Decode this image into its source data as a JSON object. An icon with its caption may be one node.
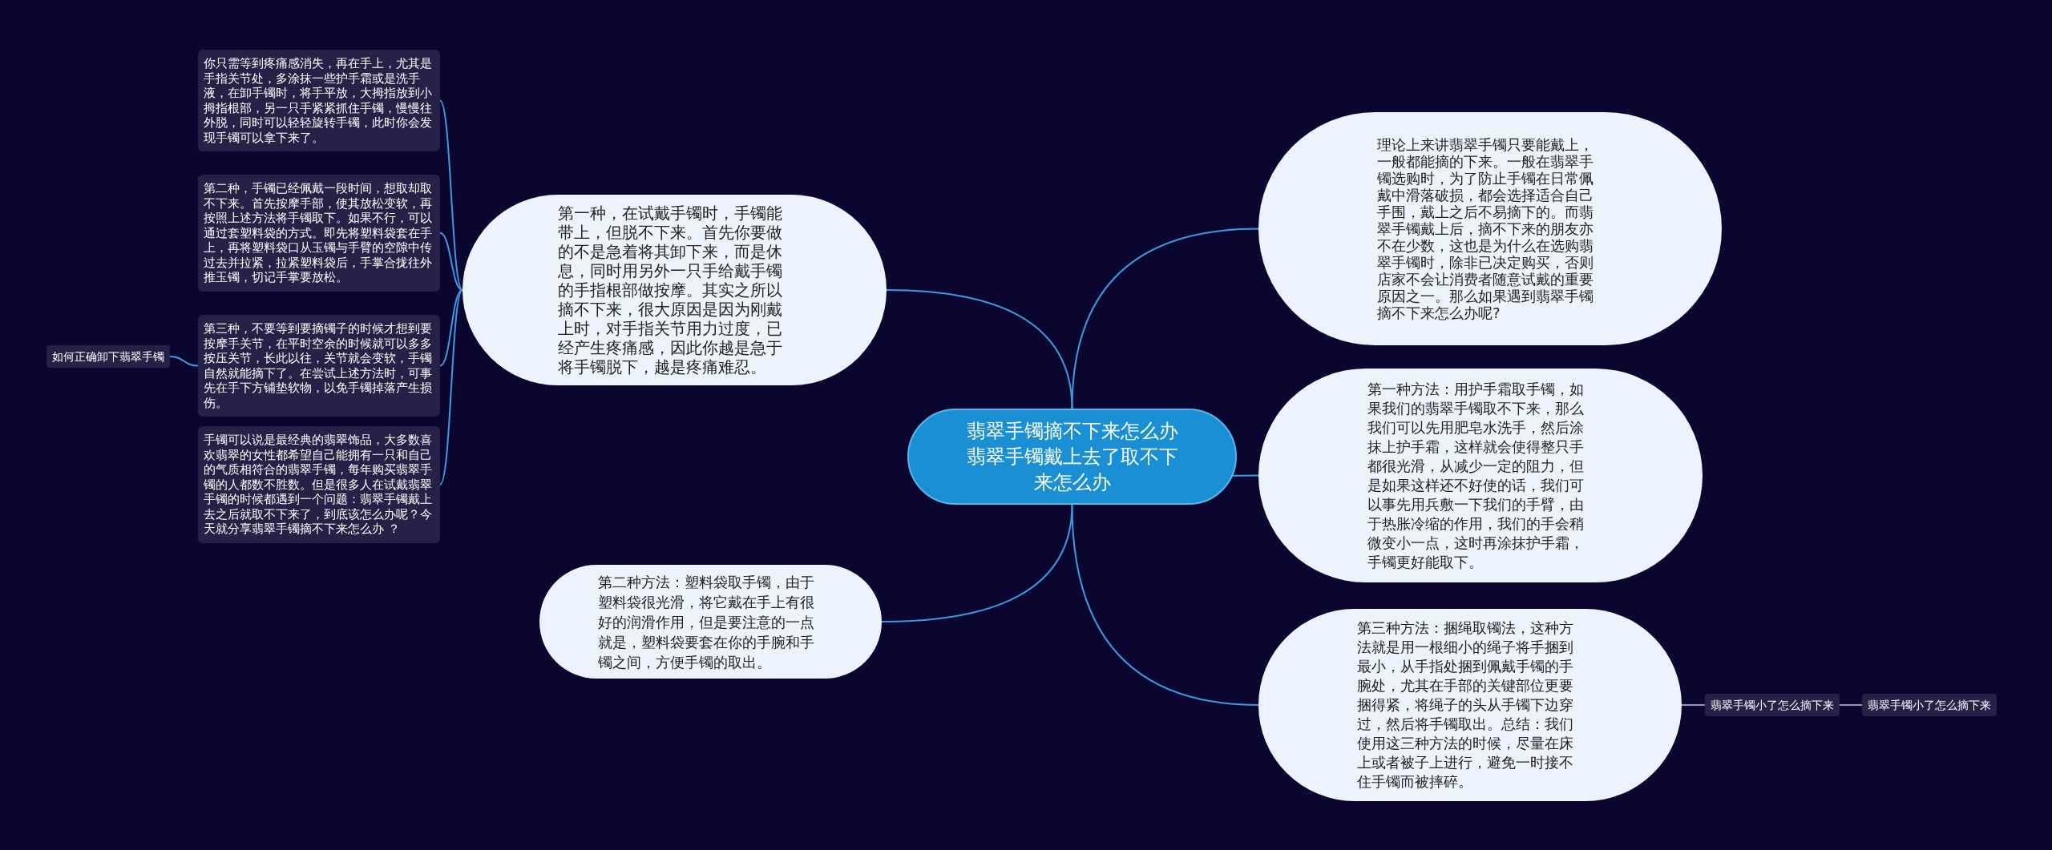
{
  "diagram": {
    "nodes": [
      {
        "text": [
          "翡翠手镯摘不下来怎么办翡翠手镯戴上去了取不下来怎么办"
        ]
      },
      {
        "text": [
          "第一种，在试戴手镯时，手镯能带上，但脱不下来。首先你要做的不是急着将其卸下来，而是休息，同时用另外一只手给戴手镯的手指根部做按摩。其实之所以摘不下来，很大原因是因为刚戴上时，对手指关节用力过度，已经产生疼痛感，因此你越是急于将手镯脱下，越是疼痛难忍。"
        ]
      },
      {
        "text": [
          "你只需等到疼痛感消失，再在手上，尤其是手指关节处，多涂抹一些护手霜或是洗手液，在卸手镯时，将手平放，大拇指放到小拇指根部，另一只手紧紧抓住手镯，慢慢往外脱，同时可以轻轻旋转手镯，此时你会发现手镯可以拿下来了。"
        ]
      },
      {
        "text": [
          "第二种，手镯已经佩戴一段时间，想取却取不下来。首先按摩手部，使其放松变软，再按照上述方法将手镯取下。如果不行，可以通过套塑料袋的方式。即先将塑料袋套在手上，再将塑料袋口从玉镯与手臂的空隙中传过去并拉紧，拉紧塑料袋后，手掌合拢往外推玉镯，切记手掌要放松。"
        ]
      },
      {
        "text": [
          "第三种，不要等到要摘镯子的时候才想到要按摩手关节，在平时空余的时候就可以多多按压关节，长此以往，关节就会变软，手镯自然就能摘下了。在尝试上述方法时，可事先在手下方铺垫软物，以免手镯掉落产生损伤。"
        ]
      },
      {
        "text": [
          "手镯可以说是最经典的翡翠饰品，大多数喜欢翡翠的女性都希望自己能拥有一只和自己的气质相符合的翡翠手镯，每年购买翡翠手镯的人都数不胜数。但是很多人在试戴翡翠手镯的时候都遇到一个问题：翡翠手镯戴上去之后就取不下来了，到底该怎么办呢？今天就分享翡翠手镯摘不下来怎么办 ？"
        ]
      },
      {
        "text": [
          "如何正确卸下翡翠手镯"
        ]
      },
      {
        "text": [
          "第二种方法：塑料袋取手镯，由于塑料袋很光滑，将它戴在手上有很好的润滑作用，但是要注意的一点就是，塑料袋要套在你的手腕和手镯之间，方便手镯的取出。"
        ]
      },
      {
        "text": [
          "理论上来讲翡翠手镯只要能戴上，一般都能摘的下来。一般在翡翠手镯选购时，为了防止手镯在日常佩戴中滑落破损，都会选择适合自己手围，戴上之后不易摘下的。而翡翠手镯戴上后，摘不下来的朋友亦不在少数，这也是为什么在选购翡翠手镯时，除非已决定购买，否则店家不会让消费者随意试戴的重要原因之一。那么如果遇到翡翠手镯摘不下来怎么办呢?"
        ]
      },
      {
        "text": [
          "第一种方法：用护手霜取手镯，如果我们的翡翠手镯取不下来，那么我们可以先用肥皂水洗手，然后涂抹上护手霜，这样就会使得整只手都很光滑，从减少一定的阻力，但是如果这样还不好使的话，我们可以事先用兵敷一下我们的手臂，由于热胀冷缩的作用，我们的手会稍微变小一点，这时再涂抹护手霜，手镯更好能取下。"
        ]
      },
      {
        "text": [
          "第三种方法：捆绳取镯法，这种方法就是用一根细小的绳子将手捆到最小，从手指处捆到佩戴手镯的手腕处，尤其在手部的关键部位更要捆得紧，将绳子的头从手镯下边穿过，然后将手镯取出。总结：我们使用这三种方法的时候，尽量在床上或者被子上进行，避免一时接不住手镯而被摔碎。"
        ]
      },
      {
        "text": [
          "翡翠手镯小了怎么摘下来"
        ]
      },
      {
        "text": [
          "翡翠手镯小了怎么摘下来"
        ]
      }
    ],
    "edges": [
      {
        "from": 0,
        "to": 1,
        "arrow": "none"
      },
      {
        "from": 1,
        "to": 2,
        "arrow": "none"
      },
      {
        "from": 1,
        "to": 3,
        "arrow": "none"
      },
      {
        "from": 1,
        "to": 4,
        "arrow": "none"
      },
      {
        "from": 1,
        "to": 5,
        "arrow": "none"
      },
      {
        "from": 4,
        "to": 6,
        "arrow": "none"
      },
      {
        "from": 0,
        "to": 7,
        "arrow": "none"
      },
      {
        "from": 0,
        "to": 8,
        "arrow": "none"
      },
      {
        "from": 0,
        "to": 9,
        "arrow": "none"
      },
      {
        "from": 0,
        "to": 10,
        "arrow": "none"
      },
      {
        "from": 10,
        "to": 11,
        "arrow": "none",
        "color": "#9a9aa8"
      },
      {
        "from": 11,
        "to": 12,
        "arrow": "none",
        "color": "#9a9aa8"
      }
    ]
  }
}
